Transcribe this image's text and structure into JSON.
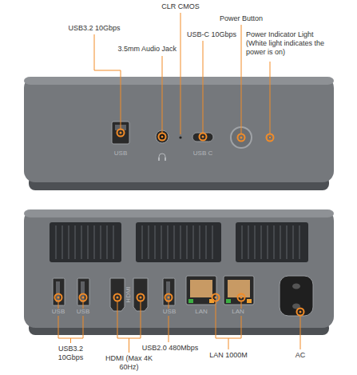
{
  "diagram": {
    "labels": [
      "CLR CMOS",
      "USB3.2 10Gbps",
      "Power Button",
      "3.5mm Audio Jack",
      "USB-C 10Gbps",
      "Power Indicator Light (White light indicates the power is on)",
      "USB",
      "USB C",
      "USB",
      "USB",
      "HDMI",
      "USB",
      "LAN",
      "LAN",
      "USB3.2 10Gbps",
      "HDMI (Max 4K 60Hz)",
      "USB2.0 480Mbps",
      "LAN 1000M",
      "AC"
    ]
  }
}
